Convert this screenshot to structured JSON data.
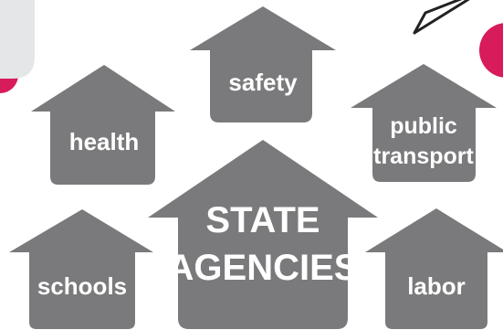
{
  "colors": {
    "house_fill": "#7a7a7c",
    "label_text": "#ffffff",
    "accent_pink": "#d81b5a",
    "card_gray": "#e5e6e8",
    "stroke_dark": "#222222"
  },
  "hub": {
    "line1": "STATE",
    "line2": "AGENCIES"
  },
  "houses": {
    "safety": {
      "label": "safety"
    },
    "health": {
      "label": "health"
    },
    "public_transport": {
      "line1": "public",
      "line2": "transport"
    },
    "schools": {
      "label": "schools"
    },
    "labor": {
      "label": "labor"
    }
  }
}
